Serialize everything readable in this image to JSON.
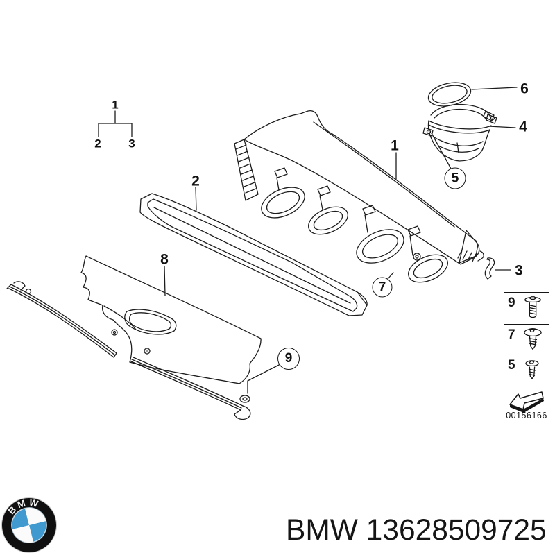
{
  "colors": {
    "background": "#ffffff",
    "line": "#1c1c1c",
    "text": "#111111",
    "bmw_blue": "#4099cf",
    "logo_black": "#101010"
  },
  "overview_bracket": {
    "parent": "1",
    "children": [
      "2",
      "3"
    ]
  },
  "callouts": {
    "housing": "1",
    "filter_element": "2",
    "clip": "3",
    "intake_boot": "4",
    "clamp_screw": "5",
    "o_ring": "6",
    "housing_screw": "7",
    "cowl_panel": "8",
    "cowl_screw": "9"
  },
  "legend": {
    "rows": [
      {
        "label": "9",
        "icon": "pan-head-screw-icon"
      },
      {
        "label": "7",
        "icon": "washer-head-screw-icon"
      },
      {
        "label": "5",
        "icon": "tapping-screw-icon"
      }
    ],
    "direction_icon": "bottom-left-arrow-icon",
    "code": "00156166"
  },
  "footer": {
    "logo_icon": "bmw-roundel-icon",
    "logo_text": "BMW",
    "caption": "BMW 13628509725"
  }
}
